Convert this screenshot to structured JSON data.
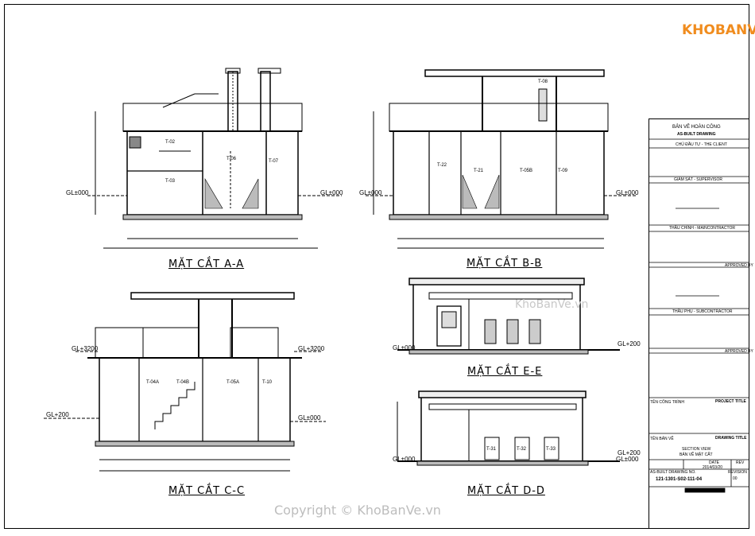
{
  "logo": {
    "text": "KHOBANVE"
  },
  "watermark_mid": "KhoBanVe.vn",
  "watermark_bottom": "Copyright © KhoBanVe.vn",
  "sections": {
    "aa": {
      "title": "MẶT CẮT A-A",
      "tanks": [
        "T-02",
        "T-03",
        "T-06",
        "T-07"
      ],
      "left_level": "GL±000",
      "right_level": "GL±000"
    },
    "bb": {
      "title": "MẶT CẮT B-B",
      "tanks": [
        "T-08",
        "T-22",
        "T-21",
        "T-05B",
        "T-09"
      ],
      "left_level": "GL±000",
      "right_level": "GL±000"
    },
    "cc": {
      "title": "MẶT CẮT C-C",
      "tanks": [
        "T-04A",
        "T-04B",
        "T-05A",
        "T-10"
      ],
      "left_top": "GL+3200",
      "right_top": "GL+3200",
      "left_low": "GL+200",
      "right_low": "GL±000"
    },
    "ee": {
      "title": "MẶT CẮT E-E",
      "left_level": "GL±000",
      "right_level": "GL+200"
    },
    "dd": {
      "title": "MẶT CẮT D-D",
      "pumps": [
        "T-31",
        "T-32",
        "T-33"
      ],
      "left_level": "GL±000",
      "right_level": "GL±000",
      "right_top": "GL+200"
    }
  },
  "titleblock": {
    "main1": "BẢN VẼ HOÀN CÔNG",
    "main2": "AS-BUILT DRAWING",
    "client": "CHỦ ĐẦU TƯ - THE CLIENT",
    "supervisor": "GIÁM SÁT - SUPERVISOR",
    "main_contractor": "THẦU CHÍNH - MAINCONTRACTOR",
    "approved1": "APPROVED BY",
    "sub_contractor": "THẦU PHỤ - SUBCONTRACTOR",
    "approved2": "APPROVED BY",
    "project_label": "TÊN CÔNG TRÌNH",
    "project_title": "PROJECT TITLE",
    "drawing_label": "TÊN BẢN VẼ",
    "drawing_title": "DRAWING TITLE",
    "drawing_name1": "SECTION VIEW",
    "drawing_name2": "BẢN VẼ MẶT CẮT",
    "date_label": "DATE",
    "date_value": "2014/03/20",
    "rev_label": "REV",
    "revision_label": "REVISION",
    "revision_value": "00",
    "drawing_no_label": "AS-BUILT DRAWING NO.",
    "drawing_no": "121-1301-S02-111-04"
  }
}
